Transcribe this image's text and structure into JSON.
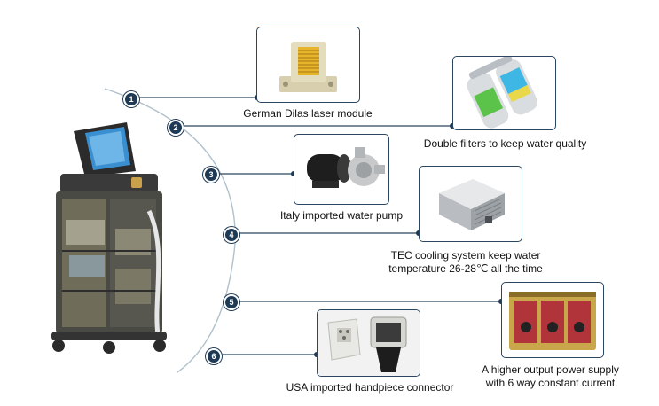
{
  "colors": {
    "accent": "#1f3a55",
    "line": "#2a4660"
  },
  "features": [
    {
      "number": "1",
      "caption_lines": [
        "German Dilas laser module"
      ],
      "icon": "laser-module"
    },
    {
      "number": "2",
      "caption_lines": [
        "Double filters to keep water quality"
      ],
      "icon": "water-filters"
    },
    {
      "number": "3",
      "caption_lines": [
        "Italy imported water pump"
      ],
      "icon": "water-pump"
    },
    {
      "number": "4",
      "caption_lines": [
        "TEC cooling system keep water",
        "temperature 26-28℃  all the time"
      ],
      "icon": "tec-cooling"
    },
    {
      "number": "5",
      "caption_lines": [
        "A higher output power supply",
        "with 6 way constant current"
      ],
      "icon": "power-supply"
    },
    {
      "number": "6",
      "caption_lines": [
        "USA imported handpiece connector"
      ],
      "icon": "handpiece-connector"
    }
  ]
}
